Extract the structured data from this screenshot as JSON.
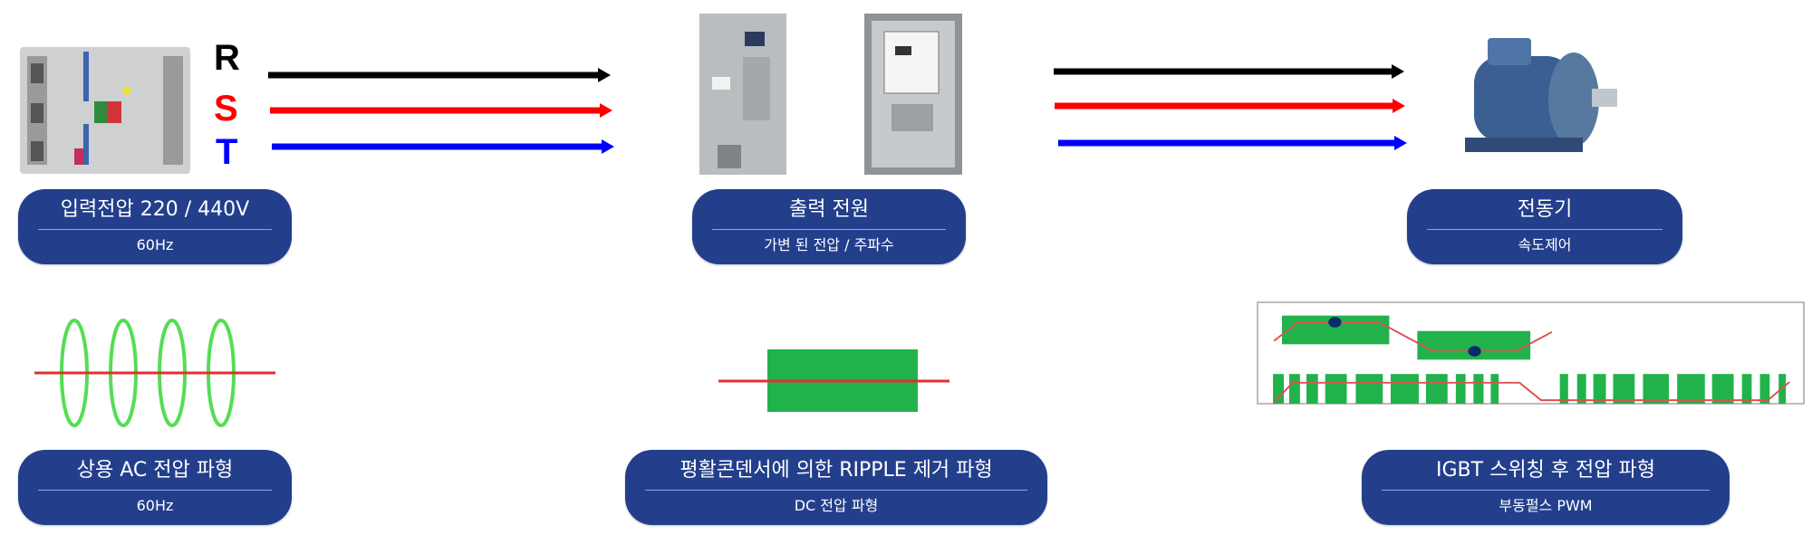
{
  "phases": {
    "r": "R",
    "s": "S",
    "t": "T"
  },
  "colors": {
    "pill": "#233f8c",
    "phase_r": "#000000",
    "phase_s": "#ff0000",
    "phase_t": "#0000ff",
    "wave_green": "#44dd44",
    "block_green": "#22b24c",
    "ripple_red": "#e03030"
  },
  "top": [
    {
      "title": "입력전압 220 / 440V",
      "subtitle": "60Hz"
    },
    {
      "title": "출력 전원",
      "subtitle": "가변 된 전압 / 주파수"
    },
    {
      "title": "전동기",
      "subtitle": "속도제어"
    }
  ],
  "bottom": [
    {
      "title": "상용 AC 전압 파형",
      "subtitle": "60Hz"
    },
    {
      "title": "평활콘덴서에 의한 RIPPLE 제거 파형",
      "subtitle": "DC 전압 파형"
    },
    {
      "title": "IGBT 스위칭 후 전압 파형",
      "subtitle": "부동펄스 PWM"
    }
  ]
}
